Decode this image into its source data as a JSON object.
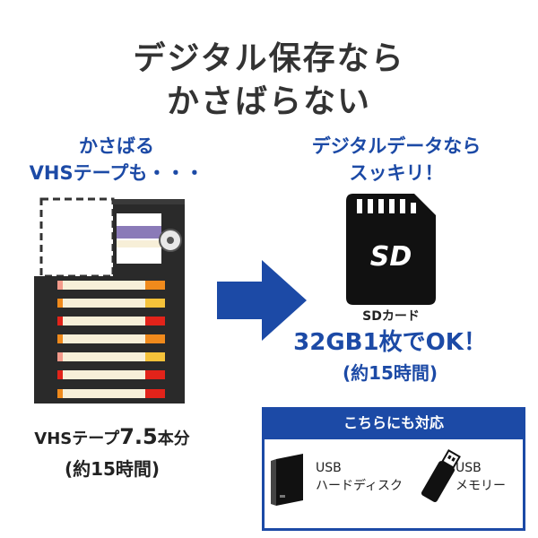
{
  "headline": {
    "line1": "デジタル保存なら",
    "line2": "かさばらない"
  },
  "left": {
    "heading_line1": "かさばる",
    "heading_line2": "VHSテープも・・・",
    "caption_prefix": "VHSテープ",
    "caption_number": "7.5",
    "caption_suffix": "本分",
    "caption_line2": "(約15時間)"
  },
  "right": {
    "heading_line1": "デジタルデータなら",
    "heading_line2": "スッキリ！",
    "card_logo": "SD",
    "card_label": "SDカード",
    "capacity": "32GB1枚でOK！",
    "capacity_line2": "(約15時間)"
  },
  "compat": {
    "title": "こちらにも対応",
    "device1_line1": "USB",
    "device1_line2": "ハードディスク",
    "device2_line1": "USB",
    "device2_line2": "メモリー"
  },
  "colors": {
    "accent_blue": "#1c4aa6",
    "tape_body": "#2a2a2a",
    "label_cream": "#f7efd8",
    "stripe_orange": "#f08a1c",
    "stripe_red": "#e2231a",
    "stripe_pink": "#f49a8a",
    "label_purple": "#8a7ab8"
  }
}
